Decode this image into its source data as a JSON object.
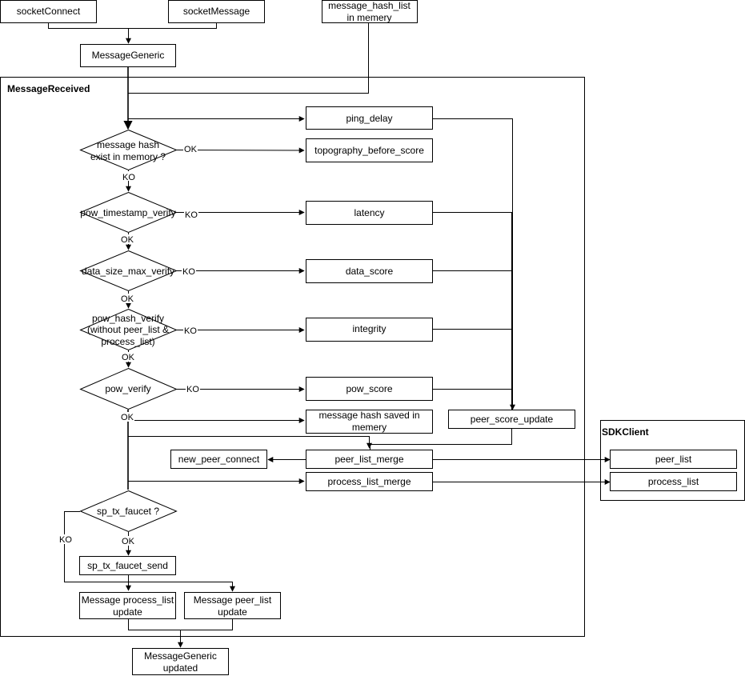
{
  "containers": {
    "message_received": "MessageReceived",
    "sdk_client": "SDKClient"
  },
  "nodes": {
    "socket_connect": "socketConnect",
    "socket_message": "socketMessage",
    "message_hash_list": [
      "message_hash_list",
      "in memery"
    ],
    "message_generic": "MessageGeneric",
    "ping_delay": "ping_delay",
    "topography_before_score": "topography_before_score",
    "latency": "latency",
    "data_score": "data_score",
    "integrity": "integrity",
    "pow_score": "pow_score",
    "message_hash_saved": [
      "message hash saved in",
      "memery"
    ],
    "peer_score_update": "peer_score_update",
    "new_peer_connect": "new_peer_connect",
    "peer_list_merge": "peer_list_merge",
    "process_list_merge": "process_list_merge",
    "peer_list": "peer_list",
    "process_list": "process_list",
    "sp_tx_faucet_send": "sp_tx_faucet_send",
    "message_process_list_update": [
      "Message process_list",
      "update"
    ],
    "message_peer_list_update": [
      "Message peer_list",
      "update"
    ],
    "message_generic_updated": [
      "MessageGeneric",
      "updated"
    ]
  },
  "decisions": {
    "hash_exists": [
      "message hash",
      "exist in memory ?"
    ],
    "pow_timestamp_verify": [
      "pow_timestamp_verify"
    ],
    "data_size_max_verify": [
      "data_size_max_verify"
    ],
    "pow_hash_verify": [
      "pow_hash_verify",
      "(without peer_list &",
      "process_list)"
    ],
    "pow_verify": [
      "pow_verify"
    ],
    "sp_tx_faucet": [
      "sp_tx_faucet ?"
    ]
  },
  "edge_labels": {
    "ok": "OK",
    "ko": "KO"
  }
}
